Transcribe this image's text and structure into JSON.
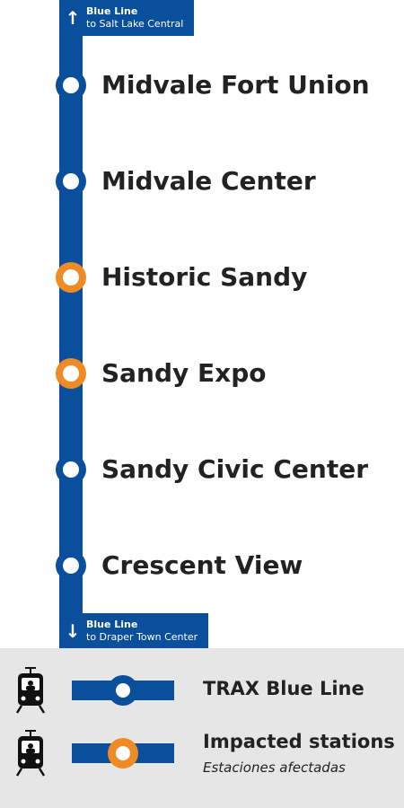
{
  "top_direction": {
    "line": "Blue Line",
    "destination": "to Salt Lake Central"
  },
  "bottom_direction": {
    "line": "Blue Line",
    "destination": "to Draper Town Center"
  },
  "stations": [
    {
      "name": "Midvale Fort Union",
      "impacted": false
    },
    {
      "name": "Midvale Center",
      "impacted": false
    },
    {
      "name": "Historic Sandy",
      "impacted": true
    },
    {
      "name": "Sandy Expo",
      "impacted": true
    },
    {
      "name": "Sandy Civic Center",
      "impacted": false
    },
    {
      "name": "Crescent View",
      "impacted": false
    }
  ],
  "legend": {
    "trax_label": "TRAX Blue Line",
    "impacted_label": "Impacted stations",
    "impacted_sublabel": "Estaciones afectadas"
  },
  "colors": {
    "blue_line": "#0a4f9c",
    "impacted": "#f08a24",
    "legend_bg": "#e6e6e6"
  },
  "icons": [
    "arrow-up-icon",
    "arrow-down-icon",
    "tram-icon"
  ]
}
